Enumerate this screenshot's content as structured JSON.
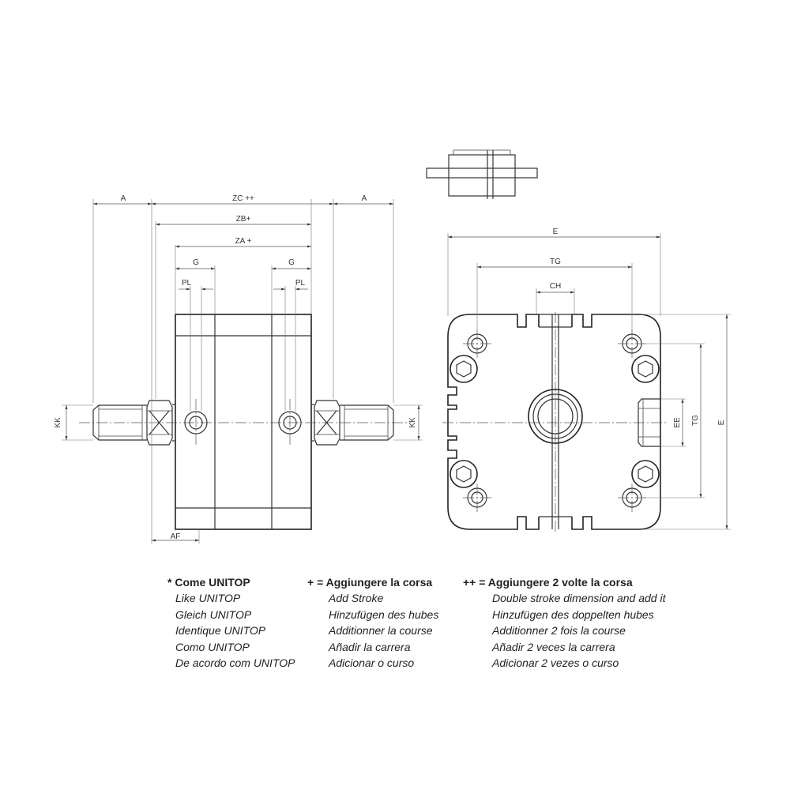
{
  "dimension_labels": {
    "a_left": "A",
    "a_right": "A",
    "zc": "ZC ++",
    "zb": "ZB+",
    "za": "ZA +",
    "g_left": "G",
    "g_right": "G",
    "pl_left": "PL",
    "pl_right": "PL",
    "kk_left": "KK",
    "kk_right": "KK",
    "af": "AF",
    "e_top": "E",
    "e_right": "E",
    "tg_top": "TG",
    "tg_right": "TG",
    "ch": "CH",
    "ee": "EE"
  },
  "legend": [
    {
      "heading": "* Come UNITOP",
      "items": [
        "Like UNITOP",
        "Gleich UNITOP",
        "Identique UNITOP",
        "Como UNITOP",
        "De acordo com UNITOP"
      ]
    },
    {
      "heading": "+ = Aggiungere la corsa",
      "items": [
        "Add Stroke",
        "Hinzufügen des hubes",
        "Additionner la course",
        "Añadir la carrera",
        "Adicionar o curso"
      ]
    },
    {
      "heading": "++ = Aggiungere 2 volte la corsa",
      "items": [
        "Double stroke dimension and add it",
        "Hinzufügen des doppelten hubes",
        "Additionner 2 fois la course",
        "Añadir 2 veces la carrera",
        "Adicionar 2 vezes o curso"
      ]
    }
  ],
  "icons": {
    "hex_socket": "hex-socket-screw-icon",
    "port": "port-circle-icon",
    "wrench_flat": "wrench-flat-icon"
  }
}
